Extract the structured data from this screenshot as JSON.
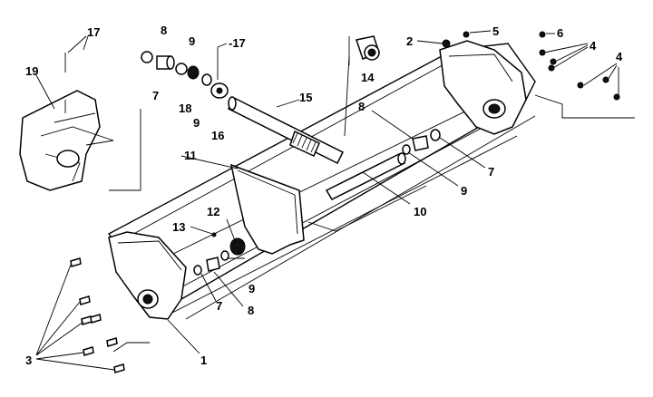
{
  "diagram": {
    "callouts": [
      {
        "id": "c1",
        "text": "1"
      },
      {
        "id": "c2",
        "text": "2"
      },
      {
        "id": "c3",
        "text": "3"
      },
      {
        "id": "c4a",
        "text": "4"
      },
      {
        "id": "c4b",
        "text": "4"
      },
      {
        "id": "c5",
        "text": "5"
      },
      {
        "id": "c6",
        "text": "6"
      },
      {
        "id": "c7a",
        "text": "7"
      },
      {
        "id": "c7b",
        "text": "7"
      },
      {
        "id": "c7c",
        "text": "7"
      },
      {
        "id": "c8a",
        "text": "8"
      },
      {
        "id": "c8b",
        "text": "8"
      },
      {
        "id": "c8c",
        "text": "8"
      },
      {
        "id": "c9a",
        "text": "9"
      },
      {
        "id": "c9b",
        "text": "9"
      },
      {
        "id": "c9c",
        "text": "9"
      },
      {
        "id": "c9d",
        "text": "9"
      },
      {
        "id": "c10",
        "text": "10"
      },
      {
        "id": "c11",
        "text": "11"
      },
      {
        "id": "c12",
        "text": "12"
      },
      {
        "id": "c13",
        "text": "13"
      },
      {
        "id": "c14",
        "text": "14"
      },
      {
        "id": "c15",
        "text": "15"
      },
      {
        "id": "c16",
        "text": "16"
      },
      {
        "id": "c17a",
        "text": "17"
      },
      {
        "id": "c17b",
        "text": "-17"
      },
      {
        "id": "c18",
        "text": "18"
      },
      {
        "id": "c19",
        "text": "19"
      }
    ]
  }
}
